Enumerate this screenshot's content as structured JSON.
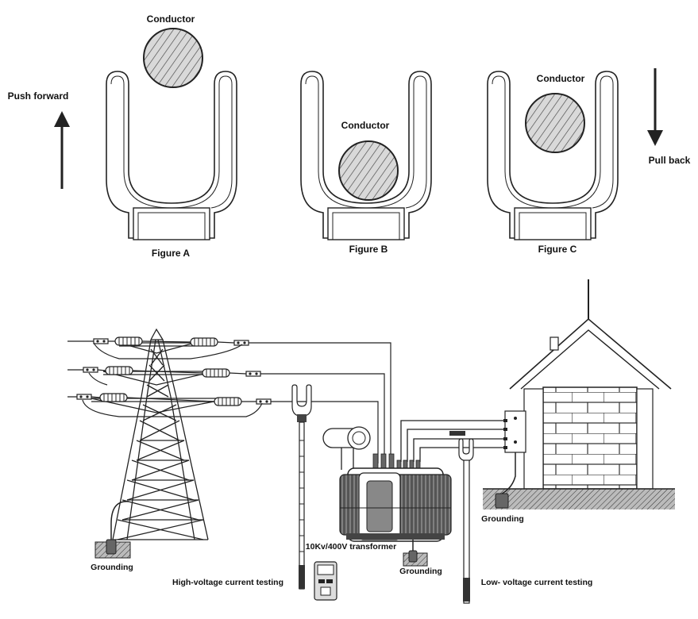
{
  "figures": {
    "a": {
      "caption": "Figure A",
      "conductor_label": "Conductor"
    },
    "b": {
      "caption": "Figure B",
      "conductor_label": "Conductor"
    },
    "c": {
      "caption": "Figure C",
      "conductor_label": "Conductor"
    }
  },
  "actions": {
    "push": "Push forward",
    "pull": "Pull back"
  },
  "scene": {
    "grounding_tower": "Grounding",
    "grounding_transformer": "Grounding",
    "grounding_house": "Grounding",
    "transformer_label": "10Kv/400V transformer",
    "high_voltage_label": "High-voltage current testing",
    "low_voltage_label": "Low- voltage current testing"
  },
  "icons": [
    "hatched-conductor-icon",
    "clamp-jaw-icon",
    "arrow-up-icon",
    "arrow-down-icon",
    "transmission-tower-icon",
    "transformer-icon",
    "house-icon",
    "clamp-meter-icon"
  ]
}
